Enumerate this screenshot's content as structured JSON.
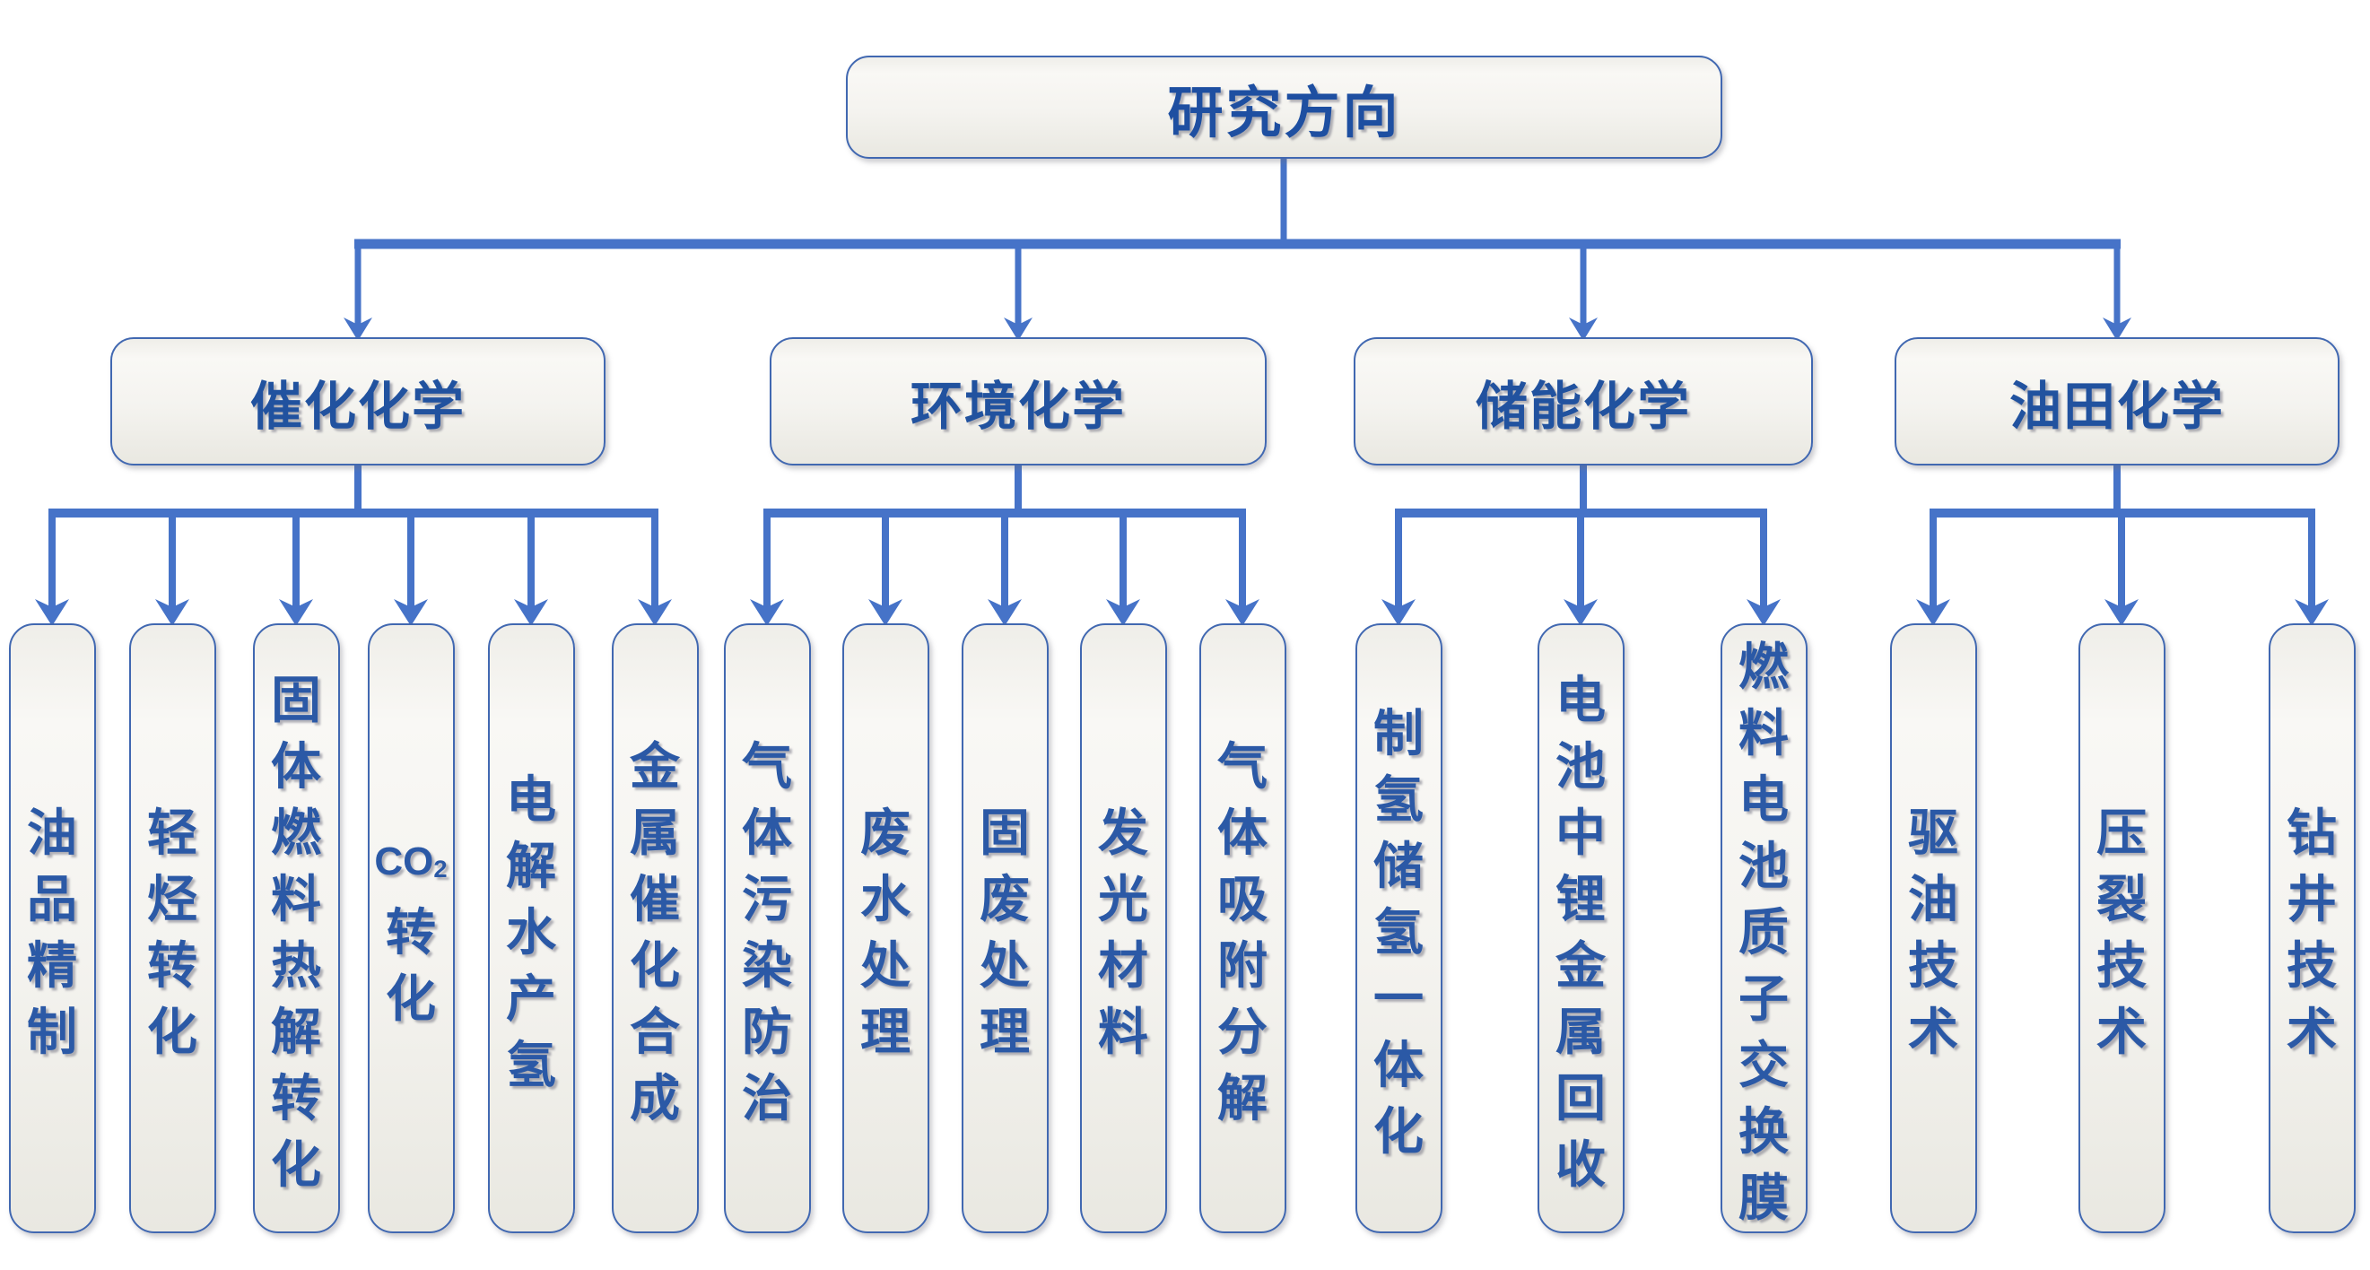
{
  "diagram": {
    "root": {
      "label": "研究方向"
    },
    "branches": [
      {
        "label": "催化化学",
        "children": [
          {
            "label": "油品精制"
          },
          {
            "label": "轻烃转化"
          },
          {
            "label": "固体燃料热解转化"
          },
          {
            "label": "CO₂转化"
          },
          {
            "label": "电解水产氢"
          },
          {
            "label": "金属催化合成"
          }
        ]
      },
      {
        "label": "环境化学",
        "children": [
          {
            "label": "气体污染防治"
          },
          {
            "label": "废水处理"
          },
          {
            "label": "固废处理"
          },
          {
            "label": "发光材料"
          },
          {
            "label": "气体吸附分解"
          }
        ]
      },
      {
        "label": "储能化学",
        "children": [
          {
            "label": "制氢储氢一体化"
          },
          {
            "label": "电池中锂金属回收"
          },
          {
            "label": "燃料电池质子交换膜"
          }
        ]
      },
      {
        "label": "油田化学",
        "children": [
          {
            "label": "驱油技术"
          },
          {
            "label": "压裂技术"
          },
          {
            "label": "钻井技术"
          }
        ]
      }
    ],
    "colors": {
      "connector_blue": "#4673c8",
      "box_border_blue": "#4168b1",
      "title_text_blue": "#1e4fa1",
      "leaf_text_blue": "#2b59a6"
    }
  }
}
